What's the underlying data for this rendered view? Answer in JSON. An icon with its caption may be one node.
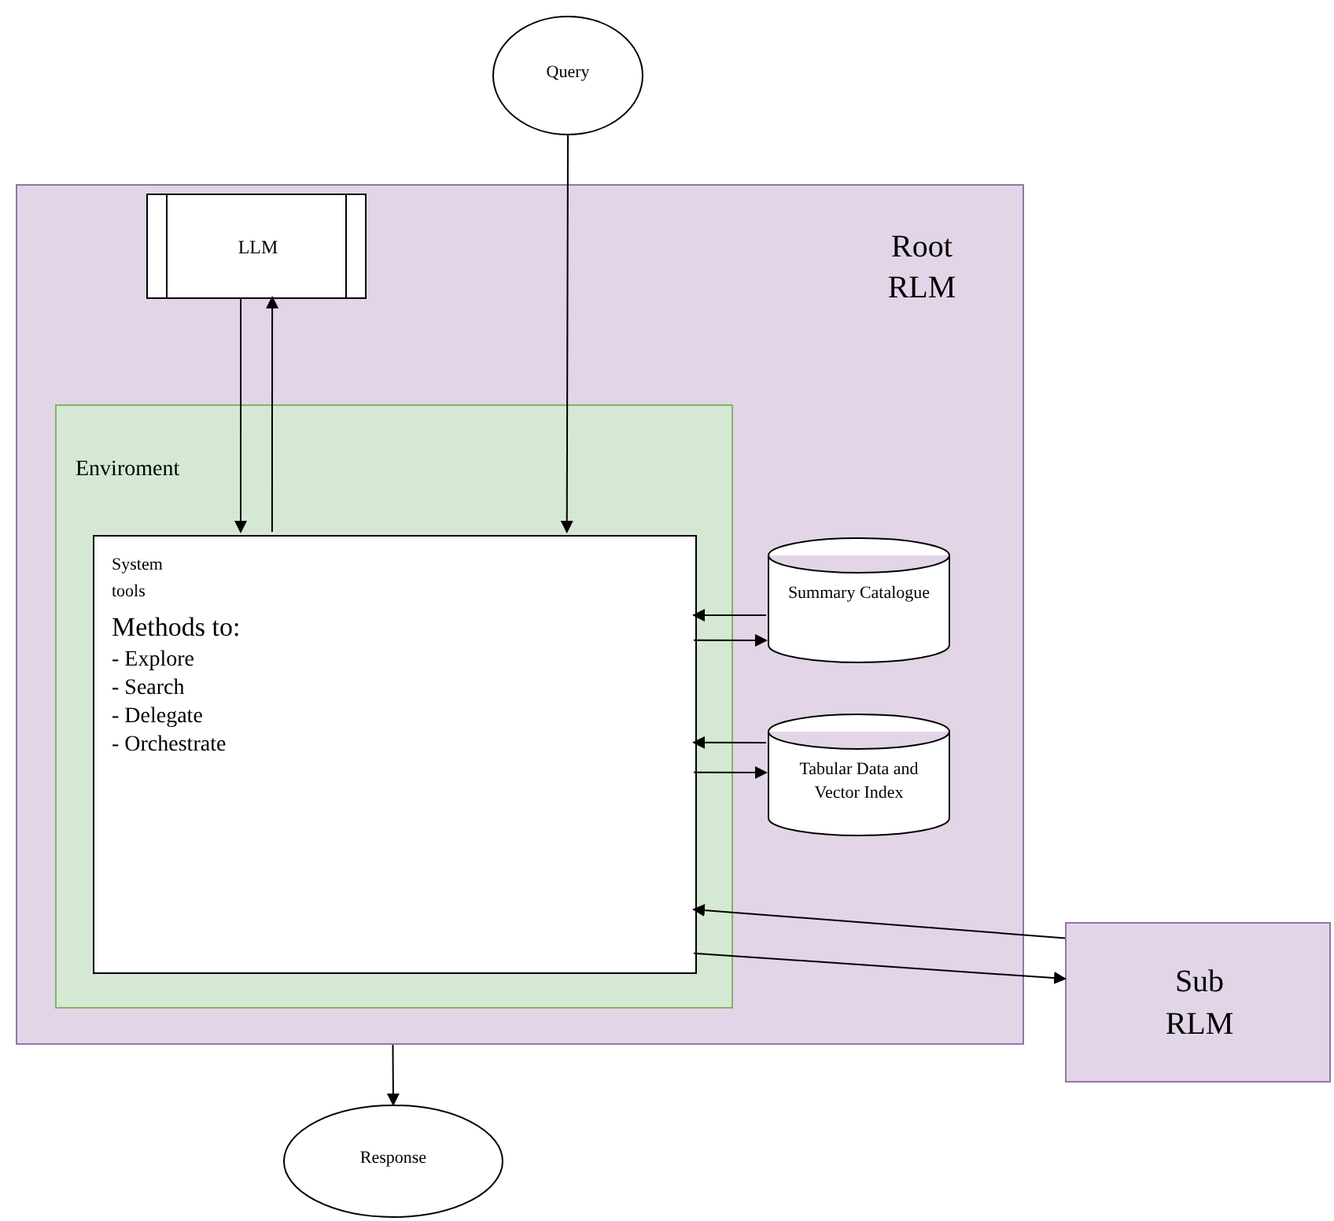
{
  "diagram": {
    "nodes": [
      {
        "text": [
          "Root RLM"
        ]
      },
      {
        "text": [
          "Query"
        ]
      },
      {
        "text": [
          "LLM"
        ],
        "in": 0
      },
      {
        "text": [
          "Enviroment"
        ],
        "in": 0
      },
      {
        "text": [
          "System tools",
          "Methods to:",
          "- Explore",
          "- Search",
          "- Delegate",
          "- Orchestrate"
        ],
        "in": 3
      },
      {
        "text": [
          "Summary Catalogue"
        ],
        "in": 0
      },
      {
        "text": [
          "Tabular Data and Vector Index"
        ],
        "in": 0
      },
      {
        "text": [
          "Sub RLM"
        ]
      },
      {
        "text": [
          "Response"
        ]
      }
    ],
    "edges": [
      {
        "from": 1,
        "to": 4,
        "arrow": "to"
      },
      {
        "from": 2,
        "to": 4,
        "arrow": "to"
      },
      {
        "from": 4,
        "to": 2,
        "arrow": "to"
      },
      {
        "from": 5,
        "to": 4,
        "arrow": "to"
      },
      {
        "from": 4,
        "to": 5,
        "arrow": "to"
      },
      {
        "from": 6,
        "to": 4,
        "arrow": "to"
      },
      {
        "from": 4,
        "to": 6,
        "arrow": "to"
      },
      {
        "from": 7,
        "to": 4,
        "arrow": "to"
      },
      {
        "from": 4,
        "to": 7,
        "arrow": "to"
      },
      {
        "from": 0,
        "to": 8,
        "arrow": "to"
      }
    ]
  }
}
